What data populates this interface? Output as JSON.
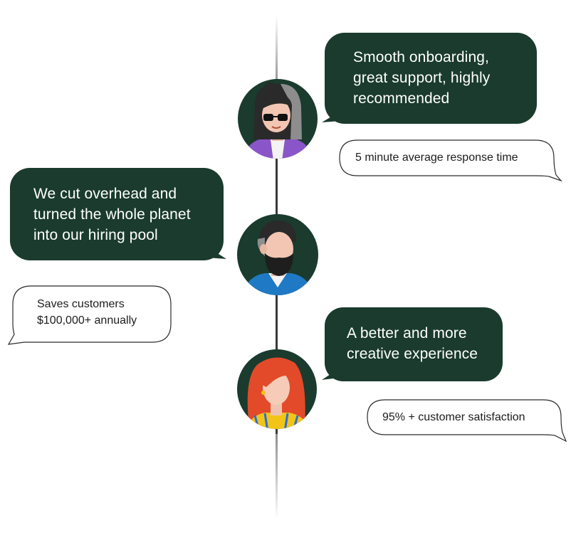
{
  "testimonials": [
    {
      "quote_lines": [
        "Smooth onboarding,",
        "great support, highly",
        "recommended"
      ],
      "stat_lines": [
        "5 minute average response time"
      ],
      "avatar": "woman-topknot-sunglasses-avatar"
    },
    {
      "quote_lines": [
        "We cut overhead and",
        "turned the whole planet",
        "into our hiring pool"
      ],
      "stat_lines": [
        "Saves customers",
        "$100,000+ annually"
      ],
      "avatar": "bearded-man-avatar"
    },
    {
      "quote_lines": [
        "A better and more",
        "creative experience"
      ],
      "stat_lines": [
        "95% + customer satisfaction"
      ],
      "avatar": "red-haired-woman-avatar"
    }
  ],
  "colors": {
    "bubble": "#1a3b2d",
    "avatar_bg": "#1a3b2d",
    "stat_border": "#2b2b2b",
    "line": "#3a3a3a"
  }
}
